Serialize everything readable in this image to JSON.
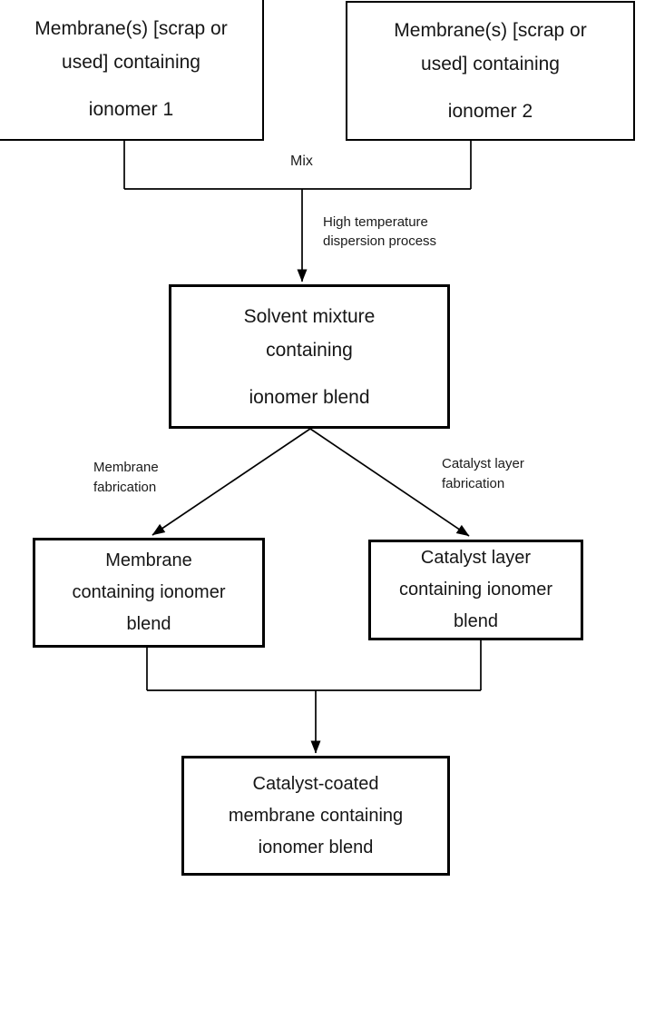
{
  "diagram": {
    "kind": "process-flowchart",
    "colors": {
      "line": "#000000",
      "text": "#161616",
      "background": "#ffffff"
    },
    "nodes": {
      "membrane1": {
        "line1": "Membrane(s) [scrap or",
        "line2": "used] containing",
        "line3": "ionomer 1"
      },
      "membrane2": {
        "line1": "Membrane(s) [scrap or",
        "line2": "used] containing",
        "line3": "ionomer 2"
      },
      "solvent": {
        "line1": "Solvent mixture",
        "line2": "containing",
        "line3": "ionomer blend"
      },
      "membraneBlend": {
        "line1": "Membrane",
        "line2": "containing ionomer",
        "line3": "blend"
      },
      "catalystBlend": {
        "line1": "Catalyst layer",
        "line2": "containing ionomer",
        "line3": "blend"
      },
      "ccm": {
        "line1": "Catalyst-coated",
        "line2": "membrane containing",
        "line3": "ionomer blend"
      }
    },
    "labels": {
      "mix": "Mix",
      "high_temperature": {
        "line1": "High temperature",
        "line2": "dispersion process"
      },
      "membrane_fabrication": {
        "line1": "Membrane",
        "line2": "fabrication"
      },
      "catalyst_fabrication": {
        "line1": "Catalyst layer",
        "line2": "fabrication"
      }
    },
    "edges": [
      {
        "from": "membrane1",
        "to": "solvent",
        "label": "Mix, High temperature dispersion process"
      },
      {
        "from": "membrane2",
        "to": "solvent",
        "label": "Mix, High temperature dispersion process"
      },
      {
        "from": "solvent",
        "to": "membraneBlend",
        "label": "Membrane fabrication"
      },
      {
        "from": "solvent",
        "to": "catalystBlend",
        "label": "Catalyst layer fabrication"
      },
      {
        "from": "membraneBlend",
        "to": "ccm",
        "label": ""
      },
      {
        "from": "catalystBlend",
        "to": "ccm",
        "label": ""
      }
    ]
  }
}
